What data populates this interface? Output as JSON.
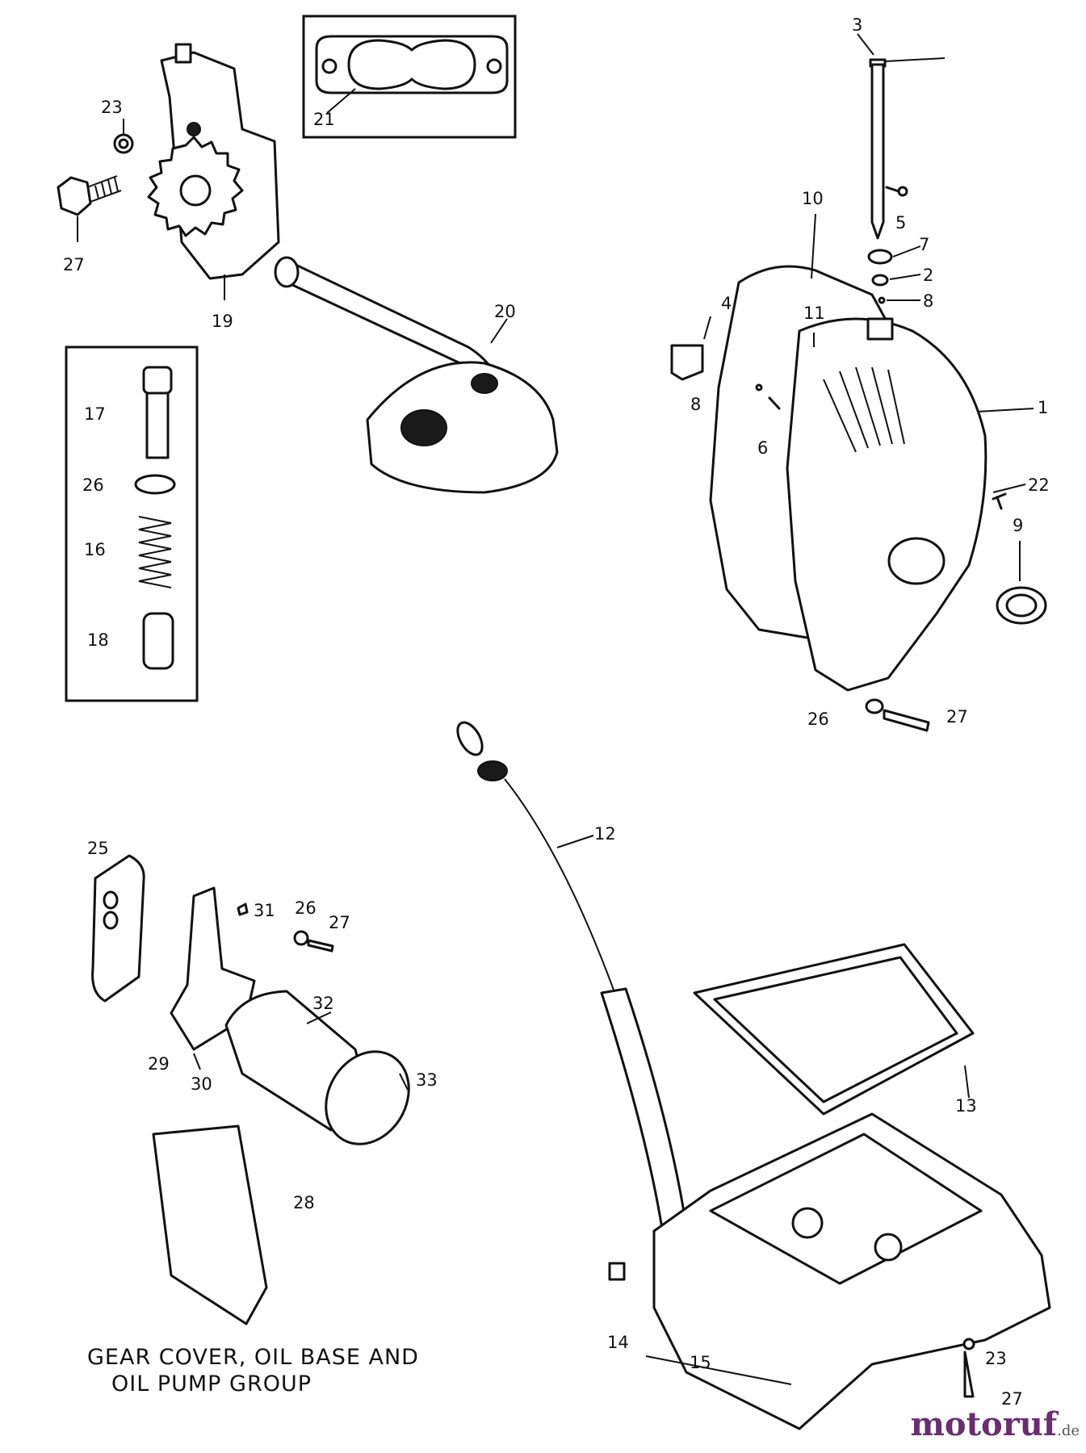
{
  "caption": {
    "line1": "GEAR COVER, OIL BASE AND",
    "line2": "OIL PUMP GROUP"
  },
  "watermark": {
    "brand_main": "motoruf",
    "brand_tld": ".de",
    "colors": {
      "main": "#6a2c72",
      "dot": "#e08a1e"
    }
  },
  "callouts": {
    "c1": "1",
    "c2": "2",
    "c3": "3",
    "c4": "4",
    "c5": "5",
    "c6": "6",
    "c7": "7",
    "c8a": "8",
    "c8b": "8",
    "c9": "9",
    "c10": "10",
    "c11": "11",
    "c12": "12",
    "c13": "13",
    "c14": "14",
    "c15": "15",
    "c16": "16",
    "c17": "17",
    "c18": "18",
    "c19": "19",
    "c20": "20",
    "c21": "21",
    "c22": "22",
    "c23a": "23",
    "c23b": "23",
    "c25": "25",
    "c26a": "26",
    "c26b": "26",
    "c26c": "26",
    "c27a": "27",
    "c27b": "27",
    "c27c": "27",
    "c27d": "27",
    "c28": "28",
    "c29": "29",
    "c30": "30",
    "c31": "31",
    "c32": "32",
    "c33": "33"
  }
}
